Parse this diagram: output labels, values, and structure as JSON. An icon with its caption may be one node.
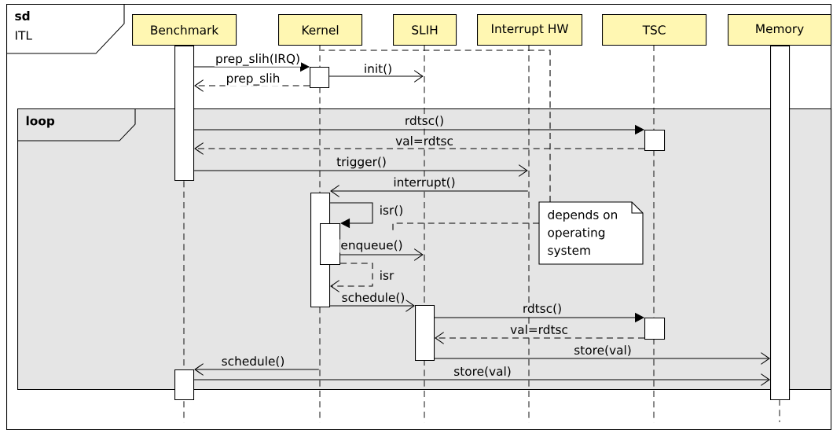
{
  "diagram": {
    "nodes": [
      {
        "text": [
          "sd",
          "ITL"
        ]
      },
      {
        "text": [
          "Benchmark"
        ],
        "in": 0
      },
      {
        "text": [
          "Kernel"
        ],
        "in": 0
      },
      {
        "text": [
          "SLIH"
        ],
        "in": 0
      },
      {
        "text": [
          "Interrupt HW"
        ],
        "in": 0
      },
      {
        "text": [
          "TSC"
        ],
        "in": 0
      },
      {
        "text": [
          "Memory"
        ],
        "in": 0
      },
      {
        "text": [],
        "shape": "line",
        "in": 0
      },
      {
        "text": [],
        "shape": "line",
        "in": 0
      },
      {
        "text": [],
        "shape": "line",
        "in": 0
      },
      {
        "text": [],
        "shape": "line",
        "in": 0
      },
      {
        "text": [],
        "shape": "line",
        "in": 0
      },
      {
        "text": [],
        "shape": "line",
        "in": 0
      },
      {
        "text": [
          "loop"
        ],
        "in": 0
      },
      {
        "text": [],
        "shape": "bar",
        "in": 0
      },
      {
        "text": [],
        "shape": "bar",
        "in": 0
      },
      {
        "text": [],
        "shape": "bar",
        "in": 0
      },
      {
        "text": [],
        "shape": "bar",
        "in": 13
      },
      {
        "text": [],
        "shape": "bar",
        "in": 13
      },
      {
        "text": [],
        "shape": "bar",
        "in": 13
      },
      {
        "text": [],
        "shape": "bar",
        "in": 13
      },
      {
        "text": [],
        "shape": "bar",
        "in": 13
      },
      {
        "text": [],
        "shape": "bar",
        "in": 0
      },
      {
        "text": [
          "depends on operating system"
        ],
        "in": 13
      }
    ],
    "edges": [
      {
        "from": 14,
        "to": 15,
        "arrow": "to",
        "label": "prep_slih(IRQ)"
      },
      {
        "from": 15,
        "to": 9,
        "arrow": "to",
        "label": "init()"
      },
      {
        "from": 15,
        "to": 14,
        "arrow": "to",
        "label": "prep_slih",
        "style": "dashed"
      },
      {
        "from": 14,
        "to": 17,
        "arrow": "to",
        "label": "rdtsc()"
      },
      {
        "from": 17,
        "to": 14,
        "arrow": "to",
        "label": "val=rdtsc",
        "style": "dashed"
      },
      {
        "from": 14,
        "to": 10,
        "arrow": "to",
        "label": "trigger()"
      },
      {
        "from": 10,
        "to": 18,
        "arrow": "to",
        "label": "interrupt()"
      },
      {
        "from": 18,
        "to": 19,
        "arrow": "to",
        "label": "isr()"
      },
      {
        "from": 19,
        "to": 9,
        "arrow": "to",
        "label": "enqueue()"
      },
      {
        "from": 19,
        "to": 18,
        "arrow": "to",
        "label": "isr",
        "style": "dashed"
      },
      {
        "from": 18,
        "to": 20,
        "arrow": "to",
        "label": "schedule()"
      },
      {
        "from": 20,
        "to": 21,
        "arrow": "to",
        "label": "rdtsc()"
      },
      {
        "from": 21,
        "to": 20,
        "arrow": "to",
        "label": "val=rdtsc",
        "style": "dashed"
      },
      {
        "from": 20,
        "to": 16,
        "arrow": "to",
        "label": "store(val)"
      },
      {
        "from": 8,
        "to": 22,
        "arrow": "to",
        "label": "schedule()"
      },
      {
        "from": 22,
        "to": 16,
        "arrow": "to",
        "label": "store(val)"
      },
      {
        "from": 23,
        "to": 8,
        "arrow": "none",
        "style": "dashed"
      },
      {
        "from": 23,
        "to": null,
        "arrow": "none",
        "style": "dashed"
      }
    ]
  }
}
